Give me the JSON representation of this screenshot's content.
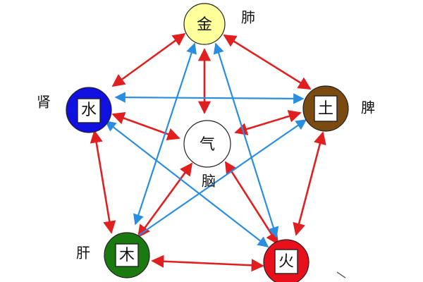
{
  "nodes": {
    "metal": {
      "glyph": "金",
      "organ": "肺",
      "color": "#ffff9c"
    },
    "earth": {
      "glyph": "土",
      "organ": "脾",
      "color": "#7a4a10"
    },
    "fire": {
      "glyph": "火",
      "organ": "",
      "color": "#e8101a"
    },
    "wood": {
      "glyph": "木",
      "organ": "肝",
      "color": "#1a7a10"
    },
    "water": {
      "glyph": "水",
      "organ": "肾",
      "color": "#1010e0"
    },
    "qi": {
      "glyph": "气",
      "organ": "脑",
      "color": "#ffffff"
    }
  },
  "arrow_colors": {
    "generating": "#e02020",
    "controlling": "#2a8ee0"
  }
}
